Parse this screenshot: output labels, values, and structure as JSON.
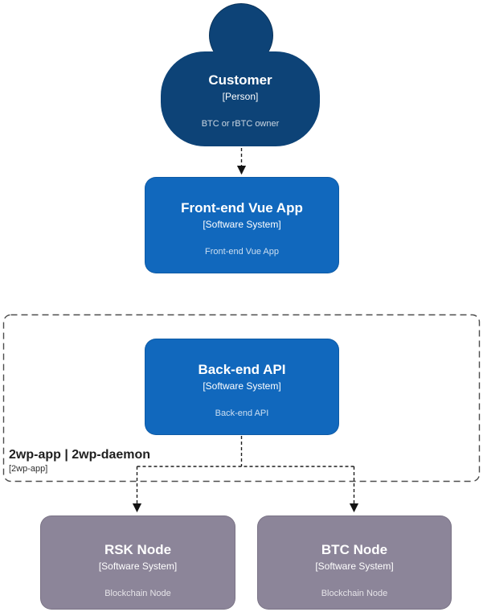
{
  "diagram_type": "c4-system-context",
  "colors": {
    "person_fill": "#0d4377",
    "system_fill": "#1168bd",
    "node_fill": "#8c8599",
    "connector": "#1f1f1f",
    "boundary_border": "#4d4d4d"
  },
  "nodes": {
    "customer": {
      "title": "Customer",
      "type": "[Person]",
      "description": "BTC or rBTC owner"
    },
    "frontend": {
      "title": "Front-end Vue App",
      "type": "[Software System]",
      "description": "Front-end Vue App"
    },
    "backend": {
      "title": "Back-end API",
      "type": "[Software System]",
      "description": "Back-end API"
    },
    "rsk": {
      "title": "RSK Node",
      "type": "[Software System]",
      "description": "Blockchain Node"
    },
    "btc": {
      "title": "BTC Node",
      "type": "[Software System]",
      "description": "Blockchain Node"
    }
  },
  "boundary": {
    "title": "2wp-app | 2wp-daemon",
    "subtitle": "[2wp-app]"
  },
  "relationships": [
    {
      "from": "customer",
      "to": "frontend",
      "style": "dashed-arrow"
    },
    {
      "from": "backend",
      "to": "rsk",
      "style": "dashed-arrow"
    },
    {
      "from": "backend",
      "to": "btc",
      "style": "dashed-arrow"
    }
  ]
}
